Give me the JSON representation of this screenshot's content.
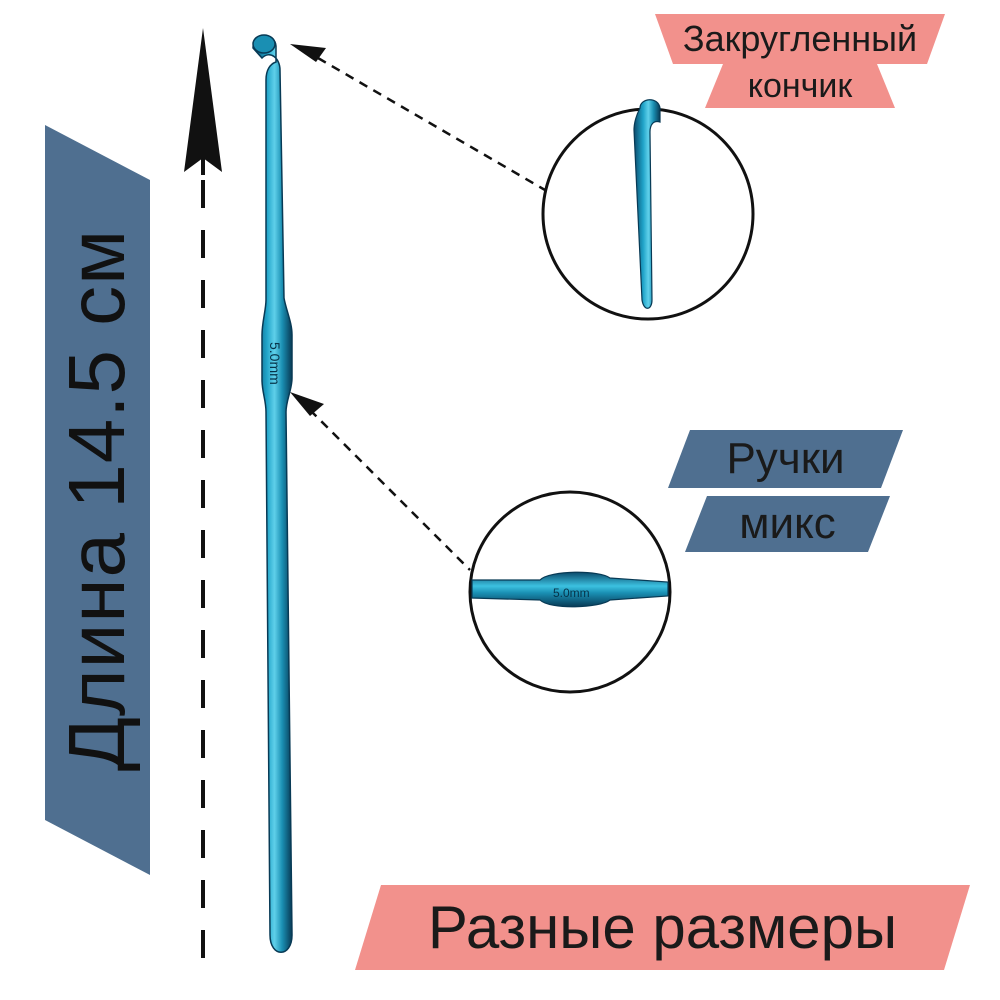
{
  "length_label": "Длина 14.5 см",
  "tip_label": {
    "line1": "Закругленный",
    "line2": "кончик"
  },
  "handle_label": {
    "line1": "Ручки",
    "line2": "микс"
  },
  "sizes_label": "Разные размеры",
  "hook_marking": "5.0mm",
  "colors": {
    "banner_blue": "#4f6f90",
    "banner_coral": "#f2918c",
    "hook_teal": "#1a8fb3",
    "hook_dark": "#0b4a6b"
  },
  "icons": [
    "up-arrow-icon",
    "pointer-arrow-icon"
  ]
}
